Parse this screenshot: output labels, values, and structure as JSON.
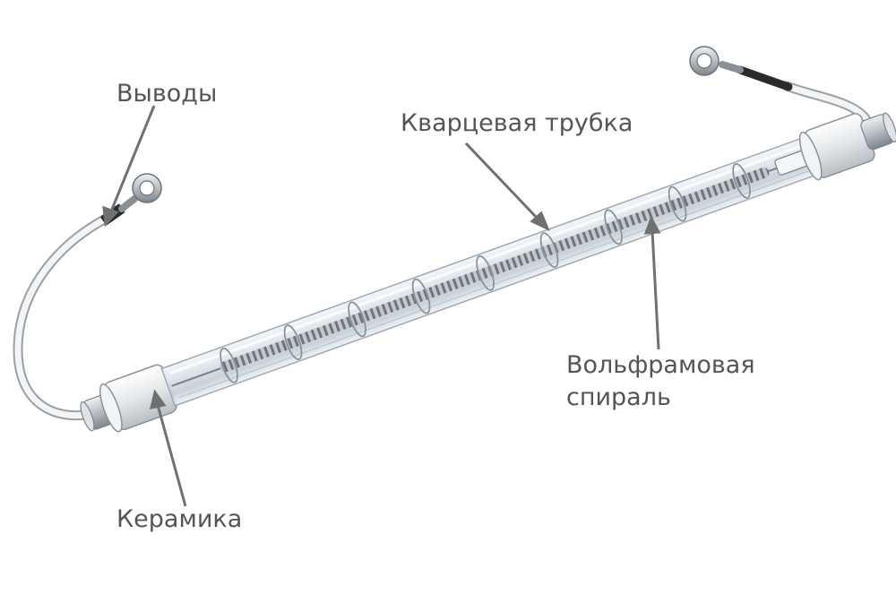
{
  "labels": {
    "leads": "Выводы",
    "quartz_tube": "Кварцевая трубка",
    "tungsten_coil_line1": "Вольфрамовая",
    "tungsten_coil_line2": "спираль",
    "ceramic": "Керамика"
  },
  "colors": {
    "label_text": "#555555",
    "leader_line": "#707070",
    "glass": "#c9d3dc",
    "ceramic": "#e6e8ea",
    "coil": "#8a8f96",
    "wire_insulation": "#eeeeee",
    "dark_sleeve": "#2b2b2b"
  }
}
